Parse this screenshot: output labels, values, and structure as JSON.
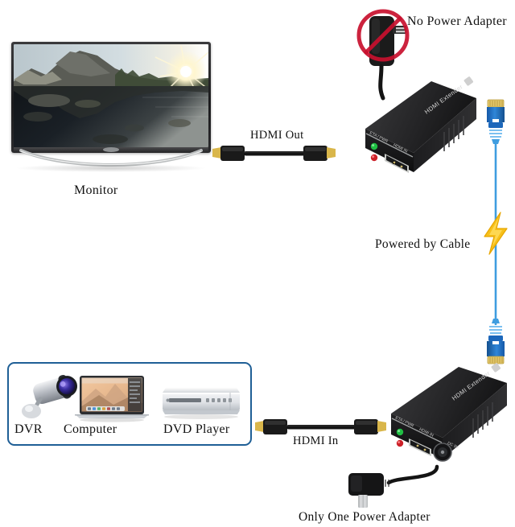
{
  "diagram": {
    "title_context": "HDMI Extender over Ethernet connection diagram",
    "background_color": "#ffffff"
  },
  "labels": {
    "monitor": "Monitor",
    "hdmi_out": "HDMI Out",
    "no_power_adapter": "No Power Adapter",
    "powered_by_cable": "Powered by Cable",
    "hdmi_in": "HDMI In",
    "only_one_power_adapter": "Only One Power Adapter"
  },
  "sources": {
    "items": [
      {
        "label": "DVR",
        "icon": "security-camera-icon"
      },
      {
        "label": "Computer",
        "icon": "laptop-icon"
      },
      {
        "label": "DVD Player",
        "icon": "dvd-player-icon"
      }
    ],
    "border_color": "#1f5f96"
  },
  "extenders": {
    "receiver": {
      "brand_text": "HDMI Extender",
      "port_labels": "ETA / PWR    HDMI IN",
      "leds": [
        {
          "name": "status-led-green",
          "color": "#25c24a"
        },
        {
          "name": "power-led-red",
          "color": "#d4232a"
        }
      ]
    },
    "transmitter": {
      "brand_text": "HDMI Extender",
      "port_labels": "ETA / PWR    HDMI IN",
      "dc_label": "DC 5V",
      "leds": [
        {
          "name": "status-led-green",
          "color": "#25c24a"
        },
        {
          "name": "power-led-red",
          "color": "#d4232a"
        }
      ]
    }
  },
  "ethernet": {
    "cable_color": "#2f8fd8",
    "connector_color": "#1f6fc4",
    "bolt_color": "#f7c01a",
    "icon": "lightning-bolt-icon"
  },
  "prohibition": {
    "icon": "no-entry-icon",
    "color": "#c8102e"
  },
  "monitor_screen": {
    "scene": "mountain landscape with lake reflection and sunburst",
    "sky_color": "#cfd9dd",
    "mountain_color": "#4a4b46",
    "water_color": "#14181c",
    "sun_color": "#fff3c4"
  }
}
